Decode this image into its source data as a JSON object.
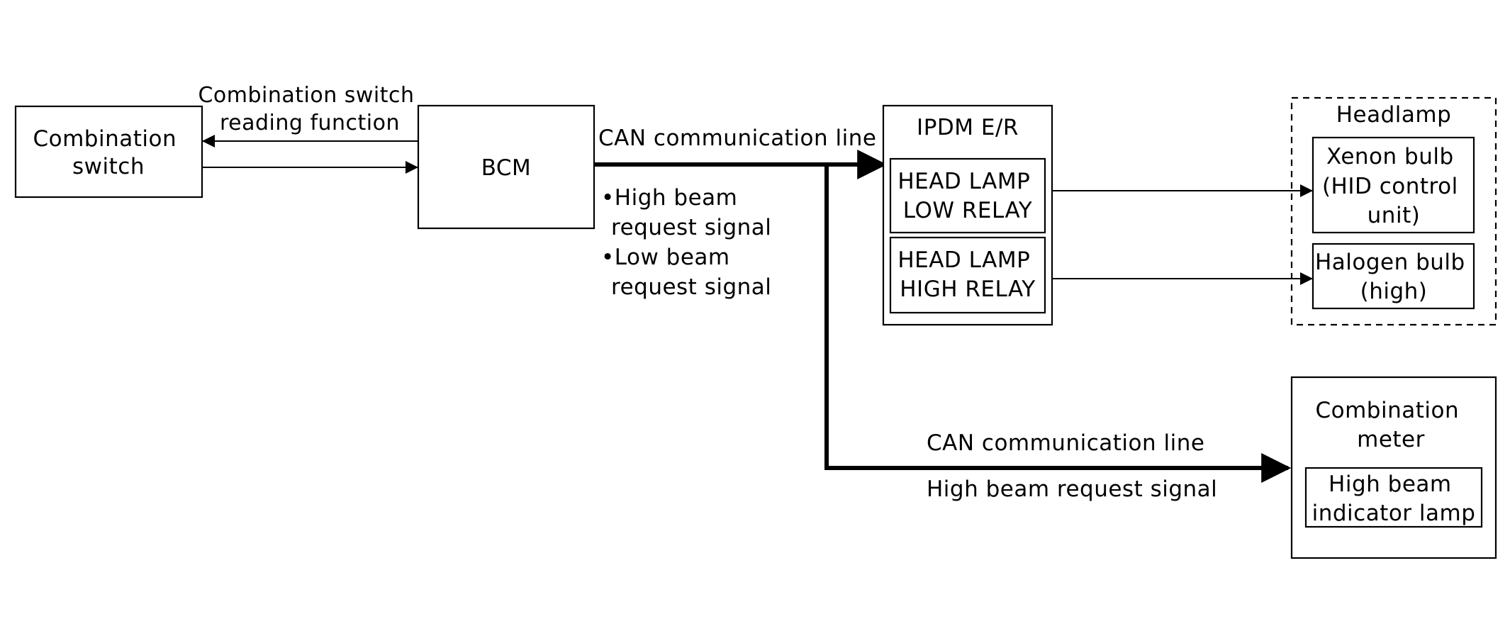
{
  "blocks": {
    "combination_switch": [
      "Combination",
      "switch"
    ],
    "bcm": "BCM",
    "ipdm": "IPDM E/R",
    "low_relay": [
      "HEAD LAMP",
      "LOW RELAY"
    ],
    "high_relay": [
      "HEAD LAMP",
      "HIGH RELAY"
    ],
    "headlamp": "Headlamp",
    "xenon": [
      "Xenon bulb",
      "(HID control",
      "unit)"
    ],
    "halogen": [
      "Halogen bulb",
      "(high)"
    ],
    "meter": [
      "Combination",
      "meter"
    ],
    "indicator": [
      "High beam",
      "indicator lamp"
    ]
  },
  "signals": {
    "reading_function": [
      "Combination switch",
      "reading function"
    ],
    "can_line_top": "CAN communication line",
    "bcm_signals": [
      "•High beam",
      "request signal",
      "•Low beam",
      "request signal"
    ],
    "can_line_bottom": "CAN communication line",
    "meter_signal": "High beam request signal"
  }
}
